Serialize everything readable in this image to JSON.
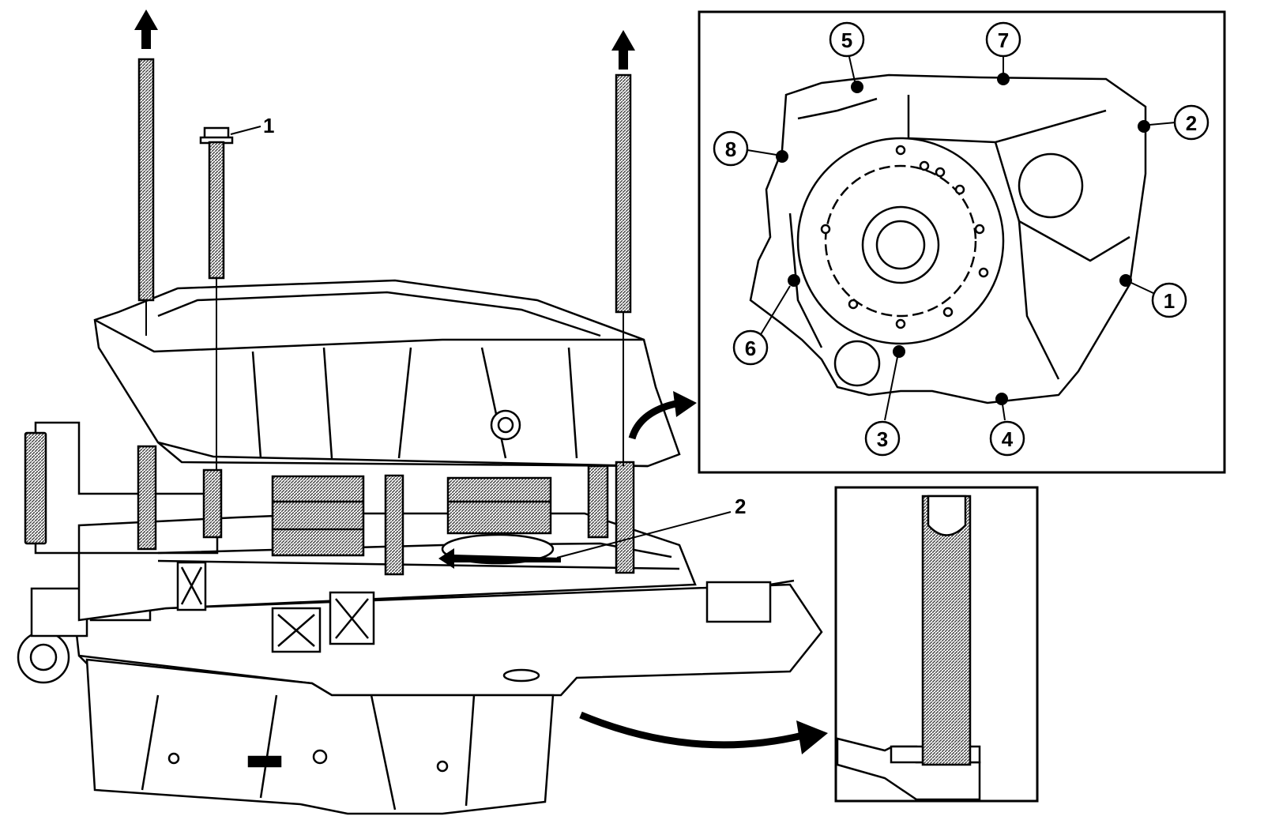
{
  "main_view": {
    "labels": [
      {
        "id": "bolt",
        "text": "1"
      },
      {
        "id": "tool",
        "text": "2"
      }
    ]
  },
  "detail_bolt_pattern": {
    "callouts": [
      "1",
      "2",
      "3",
      "4",
      "5",
      "6",
      "7",
      "8"
    ]
  },
  "colors": {
    "line": "#000000",
    "background": "#ffffff",
    "hatch": "#555555"
  }
}
